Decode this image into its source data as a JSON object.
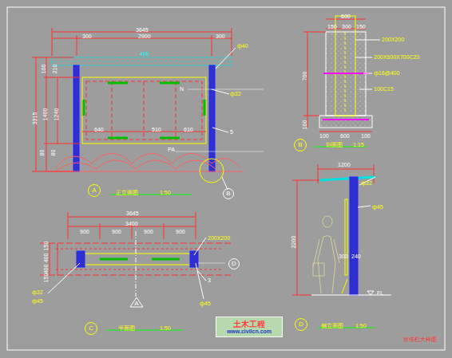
{
  "diagram": {
    "nodes": [
      {
        "text": [
          "A"
        ]
      },
      {
        "text": [
          "B"
        ]
      },
      {
        "text": [
          "B"
        ]
      },
      {
        "text": [
          "C"
        ]
      },
      {
        "text": [
          "A"
        ]
      },
      {
        "text": [
          "D"
        ]
      },
      {
        "text": [
          "D"
        ]
      },
      {
        "text": [
          "土木工程",
          "www.civilcn.com"
        ]
      }
    ],
    "labels": [
      "3645",
      "300",
      "2900",
      "300",
      "ф40",
      "400",
      "ф32",
      "N",
      "640",
      "510",
      "610",
      "PA",
      "5",
      "3315",
      "1400",
      "1240",
      "100",
      "210",
      "80",
      "80",
      "600",
      "150",
      "300",
      "150",
      "200X200",
      "200X600X700C20",
      "ф16@400",
      "100C15",
      "700",
      "100",
      "100",
      "600",
      "100",
      "剖面图",
      "1:15",
      "正立面图",
      "1:50",
      "3645",
      "3400",
      "900",
      "900",
      "900",
      "900",
      "200X200",
      "ф32",
      "ф45",
      "ф45",
      "3",
      "150",
      "400",
      "400",
      "150",
      "平面图",
      "1:50",
      "1200",
      "ф32",
      "ф45",
      "2200",
      "300",
      "240",
      "FL",
      "侧立面图",
      "1:50",
      "宣传栏大样图"
    ]
  }
}
